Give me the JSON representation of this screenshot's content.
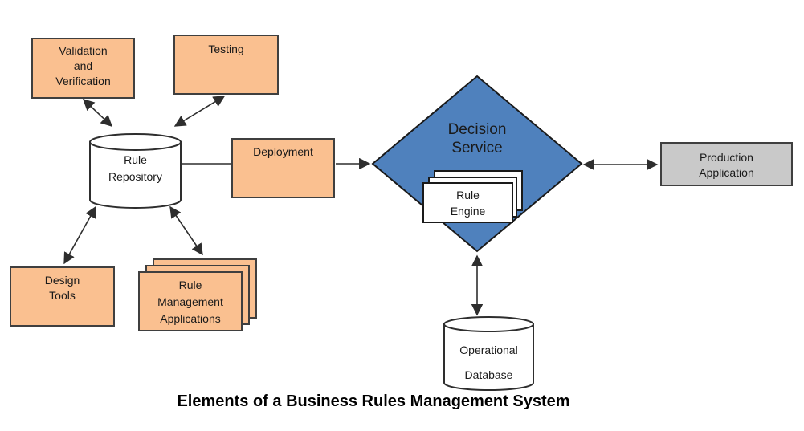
{
  "caption": "Elements of a Business Rules Management System",
  "colors": {
    "process_box_fill": "#FAC090",
    "decision_diamond_fill": "#4F81BD",
    "external_box_fill": "#C9C9C9",
    "datastore_fill": "#FFFFFF",
    "border": "#3F3F3F",
    "arrow": "#2E2E2E",
    "text": "#1A1A1A"
  },
  "nodes": {
    "validation_verification": {
      "label": "Validation\nand\nVerification",
      "shape": "rectangle",
      "fill": "#FAC090"
    },
    "testing": {
      "label": "Testing",
      "shape": "rectangle",
      "fill": "#FAC090"
    },
    "rule_repository": {
      "label": "Rule\nRepository",
      "shape": "cylinder",
      "fill": "#FFFFFF"
    },
    "deployment": {
      "label": "Deployment",
      "shape": "rectangle",
      "fill": "#FAC090"
    },
    "decision_service": {
      "label": "Decision\nService",
      "shape": "diamond",
      "fill": "#4F81BD"
    },
    "rule_engine": {
      "label": "Rule\nEngine",
      "shape": "stacked-rectangles",
      "fill": "#FFFFFF"
    },
    "design_tools": {
      "label": "Design\nTools",
      "shape": "rectangle",
      "fill": "#FAC090"
    },
    "rule_management_applications": {
      "label": "Rule\nManagement\nApplications",
      "shape": "stacked-rectangles",
      "fill": "#FAC090"
    },
    "production_application": {
      "label": "Production\nApplication",
      "shape": "rectangle",
      "fill": "#C9C9C9"
    },
    "operational_database": {
      "label": "Operational\nDatabase",
      "shape": "cylinder",
      "fill": "#FFFFFF"
    }
  },
  "edges": [
    {
      "from": "validation_verification",
      "to": "rule_repository",
      "direction": "both"
    },
    {
      "from": "testing",
      "to": "rule_repository",
      "direction": "both"
    },
    {
      "from": "rule_repository",
      "to": "deployment",
      "direction": "none"
    },
    {
      "from": "deployment",
      "to": "decision_service",
      "direction": "forward"
    },
    {
      "from": "decision_service",
      "to": "production_application",
      "direction": "both"
    },
    {
      "from": "decision_service",
      "to": "operational_database",
      "direction": "both"
    },
    {
      "from": "rule_repository",
      "to": "design_tools",
      "direction": "both"
    },
    {
      "from": "rule_repository",
      "to": "rule_management_applications",
      "direction": "both"
    }
  ]
}
